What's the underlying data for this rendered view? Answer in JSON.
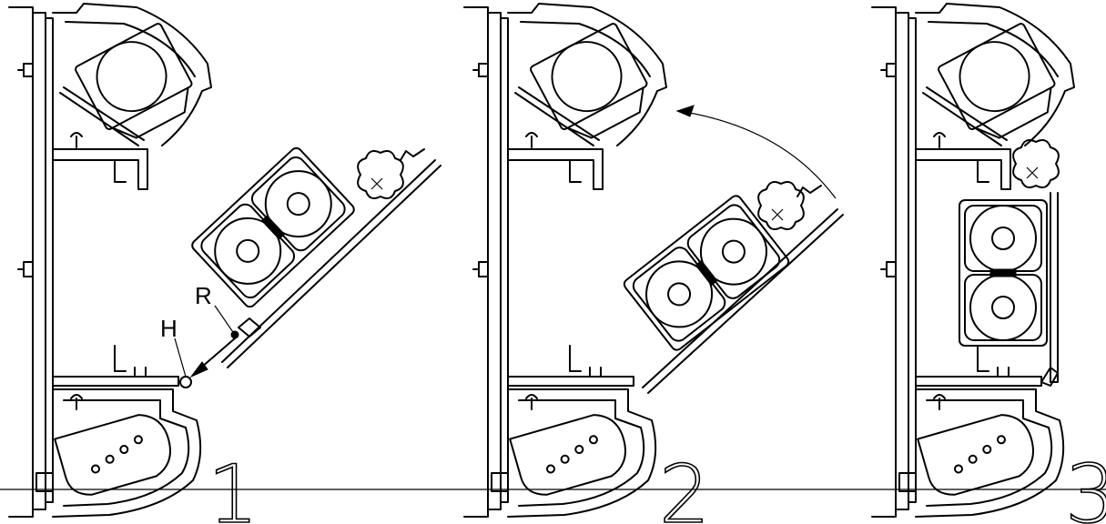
{
  "labels": {
    "pivot": "H",
    "release": "R"
  },
  "steps": [
    "1",
    "2",
    "3"
  ]
}
